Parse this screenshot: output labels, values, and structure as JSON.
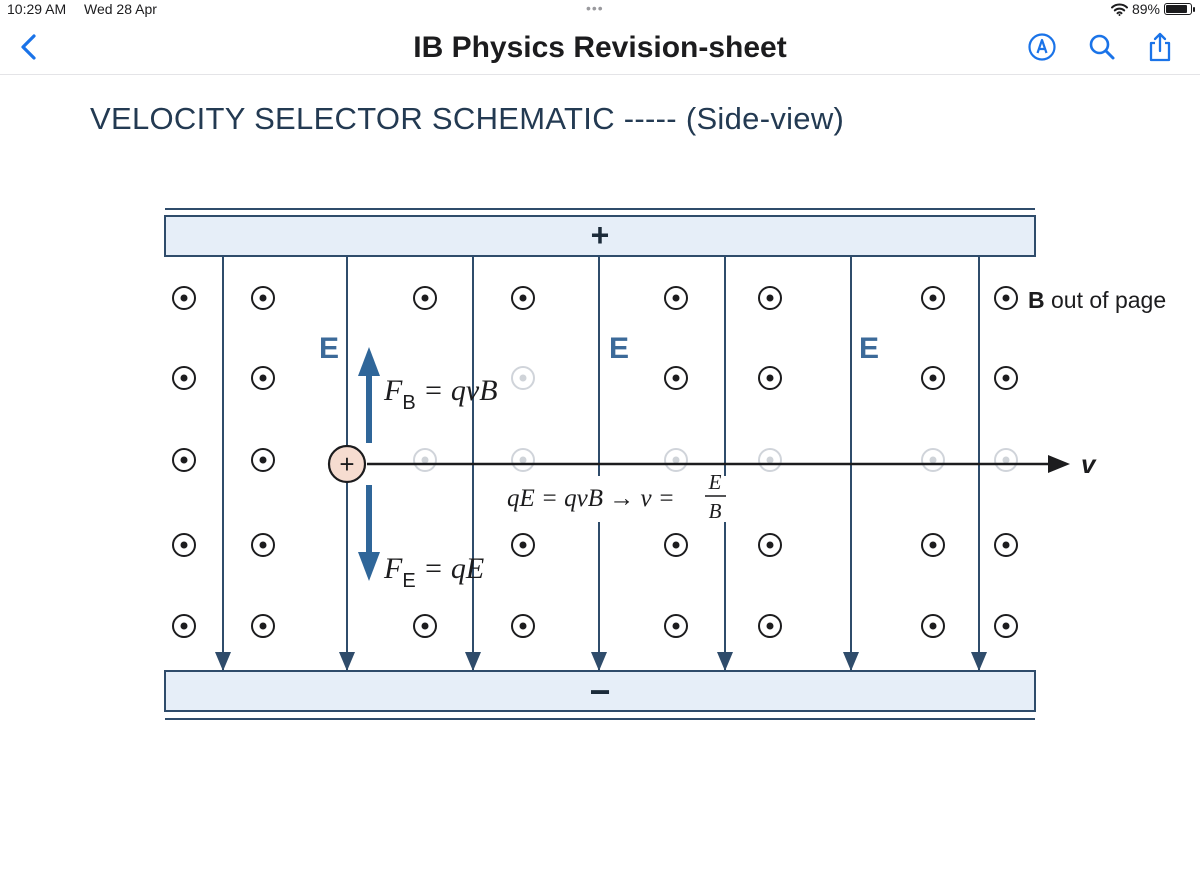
{
  "status": {
    "time": "10:29 AM",
    "date": "Wed 28 Apr",
    "dots": "•••",
    "battery": "89%",
    "battery_level": 0.89
  },
  "navbar": {
    "title": "IB Physics Revision-sheet"
  },
  "icons": {
    "back": "chevron-left-icon",
    "markup": "markup-pen-icon",
    "search": "search-icon",
    "share": "share-icon"
  },
  "document": {
    "heading": "VELOCITY SELECTOR SCHEMATIC ----- (Side-view)",
    "diagram": {
      "top_plate_sign": "+",
      "bottom_plate_sign": "−",
      "field_label": "E",
      "b_legend_bold": "B",
      "b_legend_rest": " out of page",
      "charge_sign": "+",
      "velocity_label": "v",
      "fb_main": "F",
      "fb_sub": "B",
      "fb_rest": " = qvB",
      "fe_main": "F",
      "fe_sub": "E",
      "fe_rest": " = qE",
      "eq_main": "qE = qvB → v = ",
      "eq_num": "E",
      "eq_den": "B"
    }
  },
  "colors": {
    "accent": "#1a73e8",
    "ink": "#233a52",
    "plate": "#e6eef8",
    "field_line": "#2f4c6b",
    "force_arrow": "#2f6699",
    "charge_fill": "#f6dcd0"
  }
}
